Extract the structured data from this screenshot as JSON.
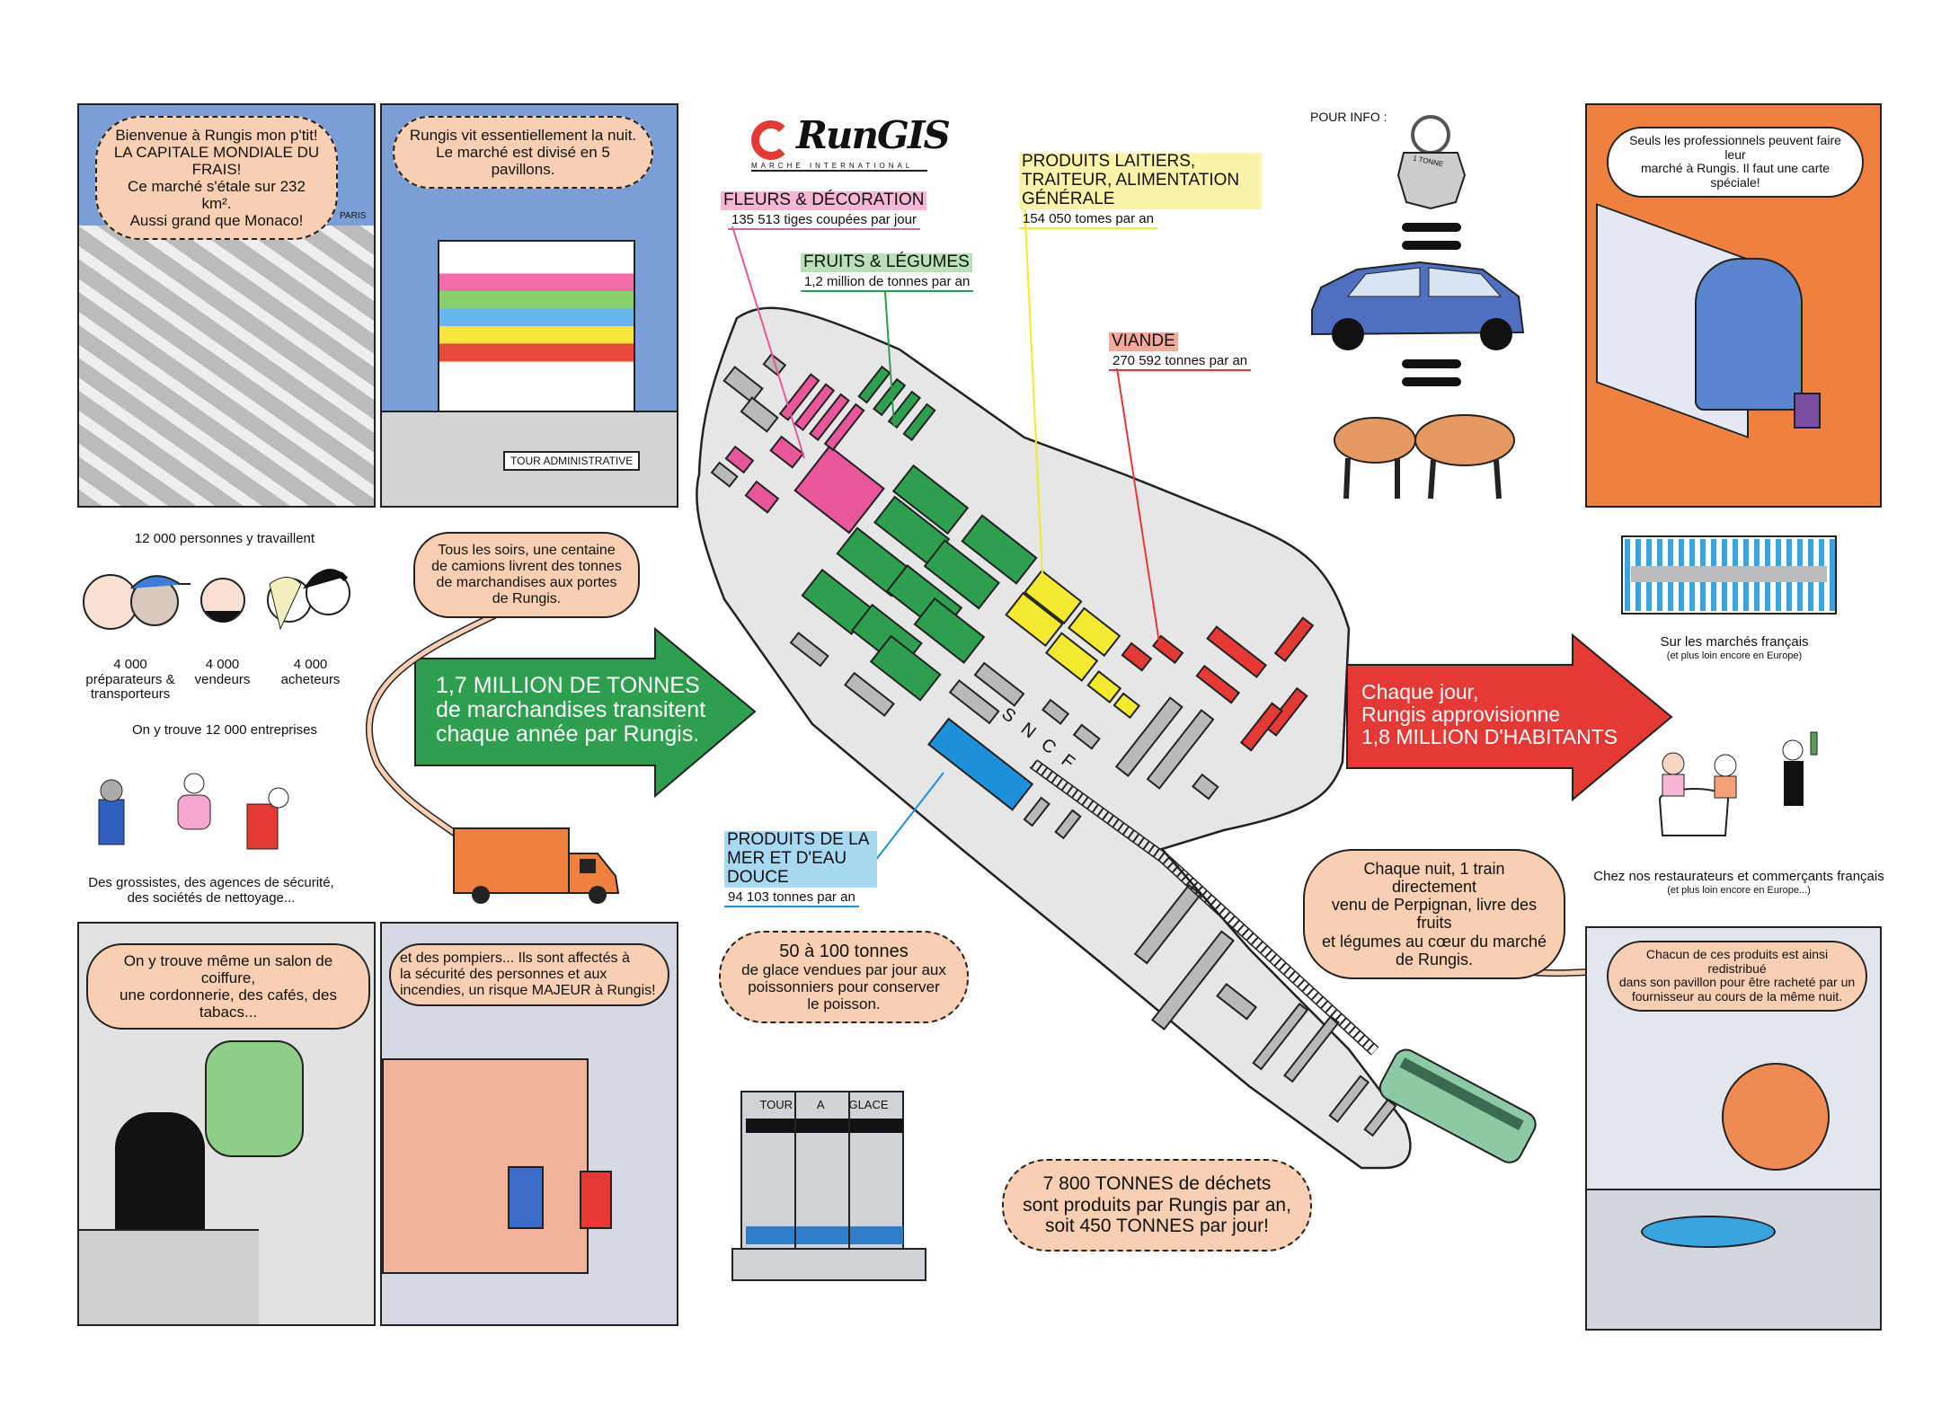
{
  "logo": {
    "name": "RunGIS",
    "tagline": "MARCHÉ INTERNATIONAL"
  },
  "panels": {
    "welcome": {
      "bubble": [
        "Bienvenue à Rungis mon p'tit!",
        "LA CAPITALE MONDIALE DU FRAIS!",
        "Ce marché s'étale sur 232 km².",
        "Aussi grand que Monaco!"
      ],
      "paris": "PARIS"
    },
    "night": {
      "bubble": [
        "Rungis vit essentiellement la nuit.",
        "Le marché est divisé en 5 pavillons."
      ],
      "sign": "TOUR ADMINISTRATIVE"
    },
    "salon": {
      "bubble": [
        "On y trouve même un salon de coiffure,",
        "une cordonnerie, des cafés, des tabacs..."
      ]
    },
    "pompiers": {
      "bubble": [
        "et des pompiers... Ils sont affectés à",
        "la sécurité des personnes et aux",
        "incendies, un risque MAJEUR à Rungis!"
      ]
    },
    "card": {
      "bubble": [
        "Seuls les professionnels peuvent faire leur",
        "marché à Rungis. Il faut une carte spéciale!"
      ]
    },
    "fish": {
      "bubble": [
        "Chacun de ces produits est ainsi redistribué",
        "dans son pavillon pour être racheté par un",
        "fournisseur au cours de la même nuit."
      ]
    }
  },
  "people": {
    "title": "12 000 personnes y travaillent",
    "groups": [
      {
        "count": "4 000",
        "label": "préparateurs & transporteurs"
      },
      {
        "count": "4 000",
        "label": "vendeurs"
      },
      {
        "count": "4 000",
        "label": "acheteurs"
      }
    ],
    "companies": "On y trouve 12 000 entreprises",
    "companies_caption": [
      "Des grossistes, des agences de sécurité,",
      "des sociétés de nettoyage..."
    ]
  },
  "trucks_bubble": [
    "Tous les soirs, une centaine",
    "de camions livrent des tonnes",
    "de marchandises aux portes",
    "de Rungis."
  ],
  "green_arrow": [
    "1,7 MILLION DE TONNES",
    "de marchandises transitent",
    "chaque année par Rungis."
  ],
  "pavilions": [
    {
      "name": "FLEURS & DÉCORATION",
      "stat": "135 513 tiges coupées par jour",
      "color": "#e8579b",
      "bg": "#f6b6d4"
    },
    {
      "name": "FRUITS & LÉGUMES",
      "stat": "1,2 million de tonnes par an",
      "color": "#2e9e4f",
      "bg": "#b9e0b9"
    },
    {
      "name": "PRODUITS LAITIERS, TRAITEUR, ALIMENTATION GÉNÉRALE",
      "stat": "154 050 tomes par an",
      "color": "#f3e92f",
      "bg": "#fbf4a8"
    },
    {
      "name": "VIANDE",
      "stat": "270 592 tonnes par an",
      "color": "#e53935",
      "bg": "#f5a99a"
    },
    {
      "name": "PRODUITS DE LA MER ET D'EAU DOUCE",
      "stat": "94 103 tonnes par an",
      "color": "#1e8fd8",
      "bg": "#a9d8f3"
    }
  ],
  "map": {
    "sncf": "SNCF"
  },
  "pour_info": {
    "title": "POUR INFO :",
    "weight": "1 TONNE"
  },
  "ice_bubble": [
    "50 à 100 tonnes",
    "de glace vendues par jour aux",
    "poissonniers pour conserver",
    "le poisson."
  ],
  "ice_tower": [
    "TOUR",
    "A",
    "GLACE"
  ],
  "waste_bubble": [
    "7 800 TONNES de déchets",
    "sont produits par Rungis par an,",
    "soit 450 TONNES par jour!"
  ],
  "red_arrow": [
    "Chaque jour,",
    "Rungis approvisionne",
    "1,8 MILLION D'HABITANTS"
  ],
  "markets_caption": [
    "Sur les marchés français",
    "(et plus loin encore en Europe)"
  ],
  "restaurants_caption": [
    "Chez nos restaurateurs et commerçants français",
    "(et plus loin encore en Europe...)"
  ],
  "train_bubble": [
    "Chaque nuit, 1 train directement",
    "venu de Perpignan, livre des fruits",
    "et légumes au cœur du marché",
    "de Rungis."
  ],
  "colors": {
    "sky": "#7b9fd4",
    "bubble": "#f9cfb3",
    "green": "#2e9e4f",
    "red": "#e53935",
    "orange": "#f08040",
    "map": "#e6e6e6"
  }
}
